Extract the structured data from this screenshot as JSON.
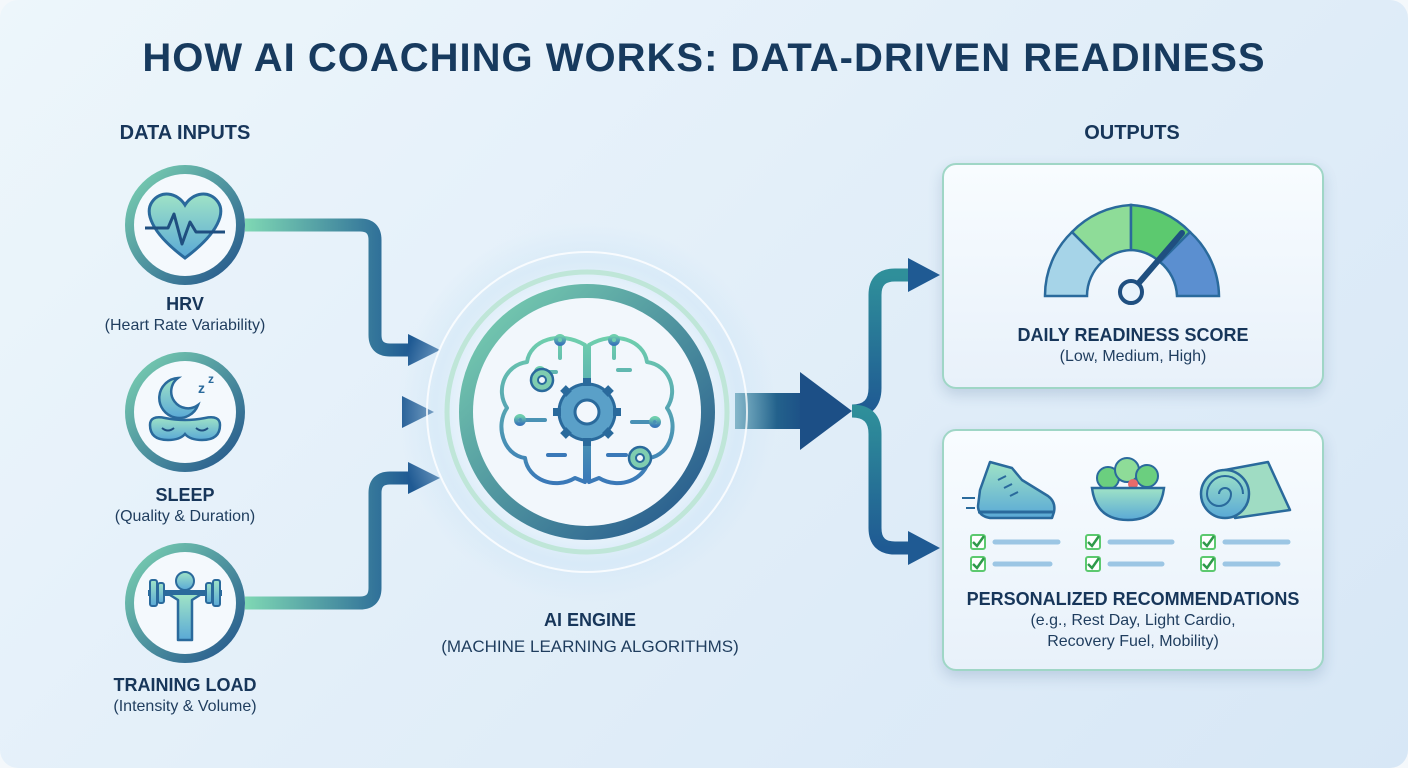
{
  "title": "HOW AI COACHING WORKS: DATA-DRIVEN READINESS",
  "inputs": {
    "heading": "DATA INPUTS",
    "items": [
      {
        "name": "HRV",
        "detail": "(Heart Rate Variability)",
        "icon": "heart-pulse-icon"
      },
      {
        "name": "SLEEP",
        "detail": "(Quality & Duration)",
        "icon": "sleep-mask-moon-icon"
      },
      {
        "name": "TRAINING LOAD",
        "detail": "(Intensity & Volume)",
        "icon": "weightlifter-icon"
      }
    ]
  },
  "engine": {
    "name": "AI ENGINE",
    "detail": "(MACHINE LEARNING ALGORITHMS)",
    "icon": "brain-gears-icon"
  },
  "outputs": {
    "heading": "OUTPUTS",
    "readiness": {
      "name": "DAILY READINESS SCORE",
      "detail": "(Low, Medium, High)",
      "icon": "gauge-icon"
    },
    "recommendations": {
      "name": "PERSONALIZED RECOMMENDATIONS",
      "detail_line1": "(e.g., Rest Day, Light Cardio,",
      "detail_line2": "Recovery Fuel, Mobility)",
      "icons": [
        "running-shoe-icon",
        "salad-bowl-icon",
        "yoga-mat-icon"
      ]
    }
  },
  "colors": {
    "navy": "#173a5e",
    "teal": "#2f8f9a",
    "mint": "#7fd8b4",
    "blue": "#2a5f9a",
    "green": "#5cc96f"
  }
}
